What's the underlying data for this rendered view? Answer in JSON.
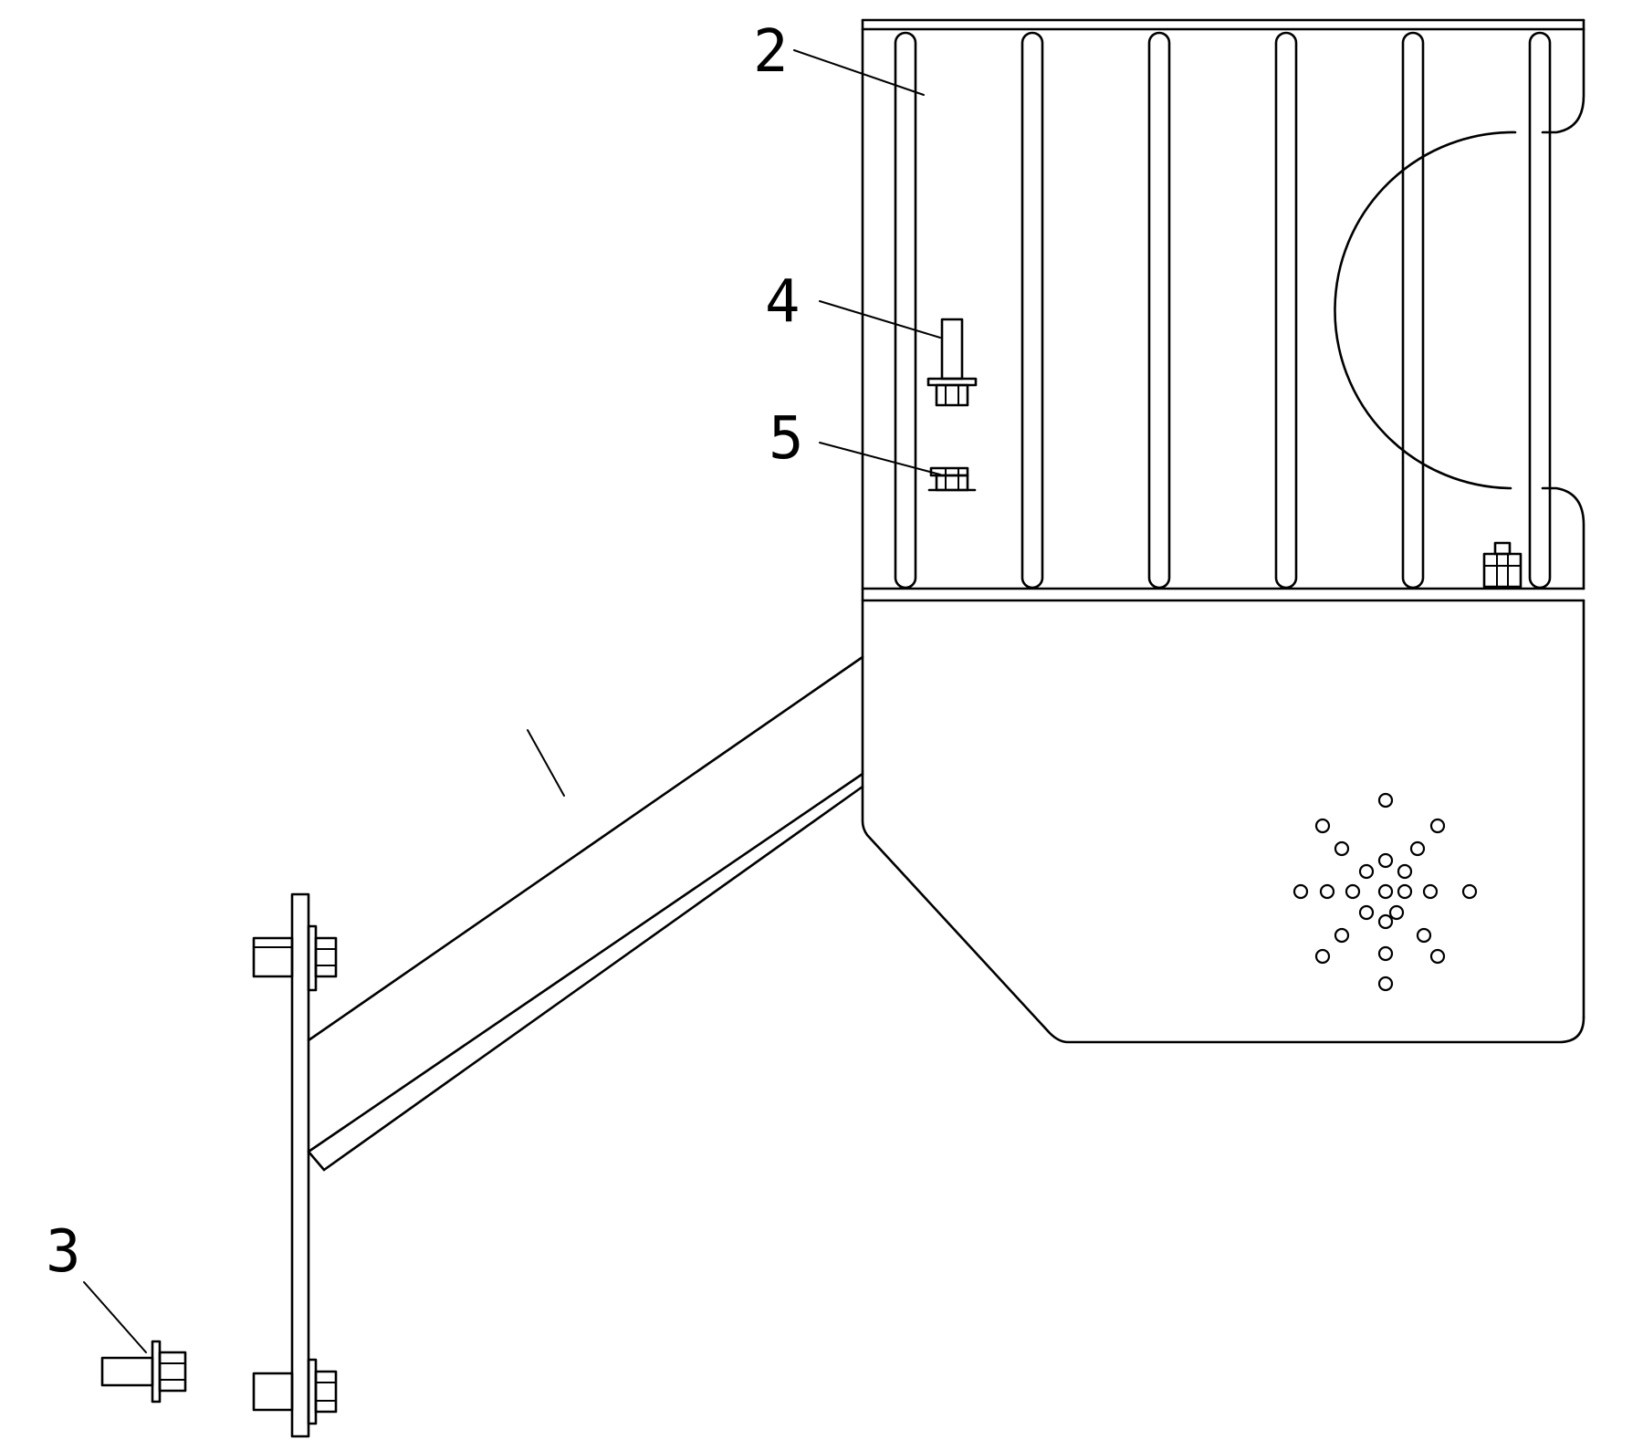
{
  "drawing": {
    "callouts": [
      {
        "id": "2",
        "label": "2"
      },
      {
        "id": "4",
        "label": "4"
      },
      {
        "id": "5",
        "label": "5"
      },
      {
        "id": "3",
        "label": "3"
      }
    ]
  }
}
